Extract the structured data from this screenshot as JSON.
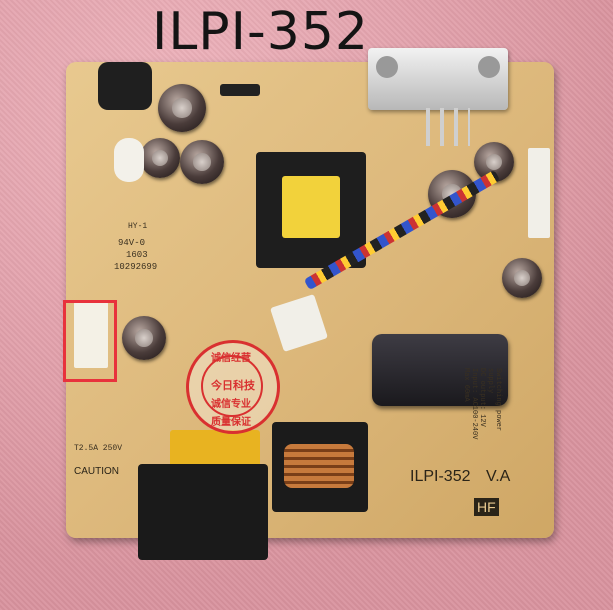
{
  "title": "ILPI-352",
  "board_labels": {
    "model": "ILPI-352",
    "version": "V.A",
    "hf_badge": "HF",
    "caution": "CAUTION",
    "fuse": "T2.5A 250V",
    "code1": "94V-0",
    "code2": "1603",
    "code3": "10292699",
    "hy": "HY-1",
    "spec_lines": [
      "Switching power supply",
      "DC output: 12V",
      "Input: AC100-240V",
      "Max 60mA"
    ]
  },
  "stamp": {
    "top": "诚信经营",
    "middle": "今日科技",
    "lower": "诚信专业",
    "bottom": "质量保证"
  },
  "highlight": {
    "color": "#e8323c"
  }
}
